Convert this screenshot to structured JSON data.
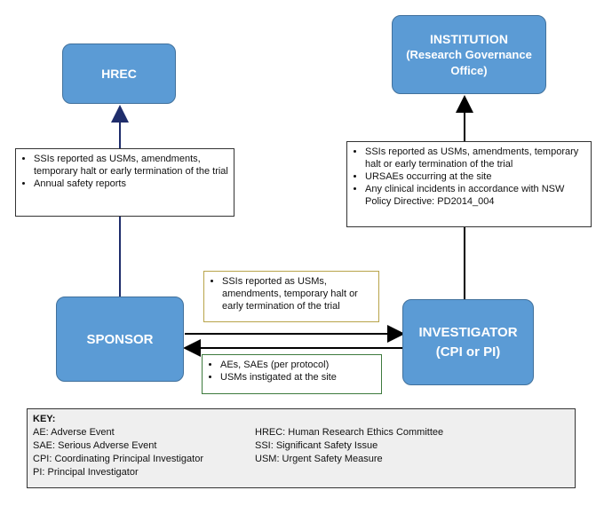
{
  "nodes": {
    "hrec": {
      "label": "HREC"
    },
    "institution": {
      "line1": "INSTITUTION",
      "line2": "(Research Governance",
      "line3": "Office)"
    },
    "sponsor": {
      "label": "SPONSOR"
    },
    "investigator": {
      "line1": "INVESTIGATOR",
      "line2": "(CPI or PI)"
    }
  },
  "notes": {
    "sponsor_to_hrec": [
      "SSIs reported as USMs, amendments, temporary halt or early termination of the trial",
      "Annual safety reports"
    ],
    "investigator_to_institution": [
      "SSIs reported as USMs, amendments, temporary halt or early termination of the trial",
      "URSAEs occurring at the site",
      "Any clinical incidents in accordance with NSW Policy Directive: PD2014_004"
    ],
    "sponsor_to_investigator": [
      "SSIs reported as USMs, amendments, temporary halt or early termination of the trial"
    ],
    "investigator_to_sponsor": [
      "AEs, SAEs (per protocol)",
      "USMs instigated at the site"
    ]
  },
  "key": {
    "title": "KEY:",
    "left": [
      "AE: Adverse Event",
      "SAE: Serious Adverse Event",
      "CPI: Coordinating Principal Investigator",
      "PI: Principal Investigator"
    ],
    "right": [
      "HREC: Human Research Ethics Committee",
      "SSI: Significant Safety Issue",
      "USM: Urgent Safety Measure"
    ]
  },
  "colors": {
    "node_fill": "#5b9bd5",
    "sponsor_hrec_line": "#1f2d6b",
    "note_border_gold": "#b8a44a",
    "note_border_green": "#3d7a3d"
  }
}
